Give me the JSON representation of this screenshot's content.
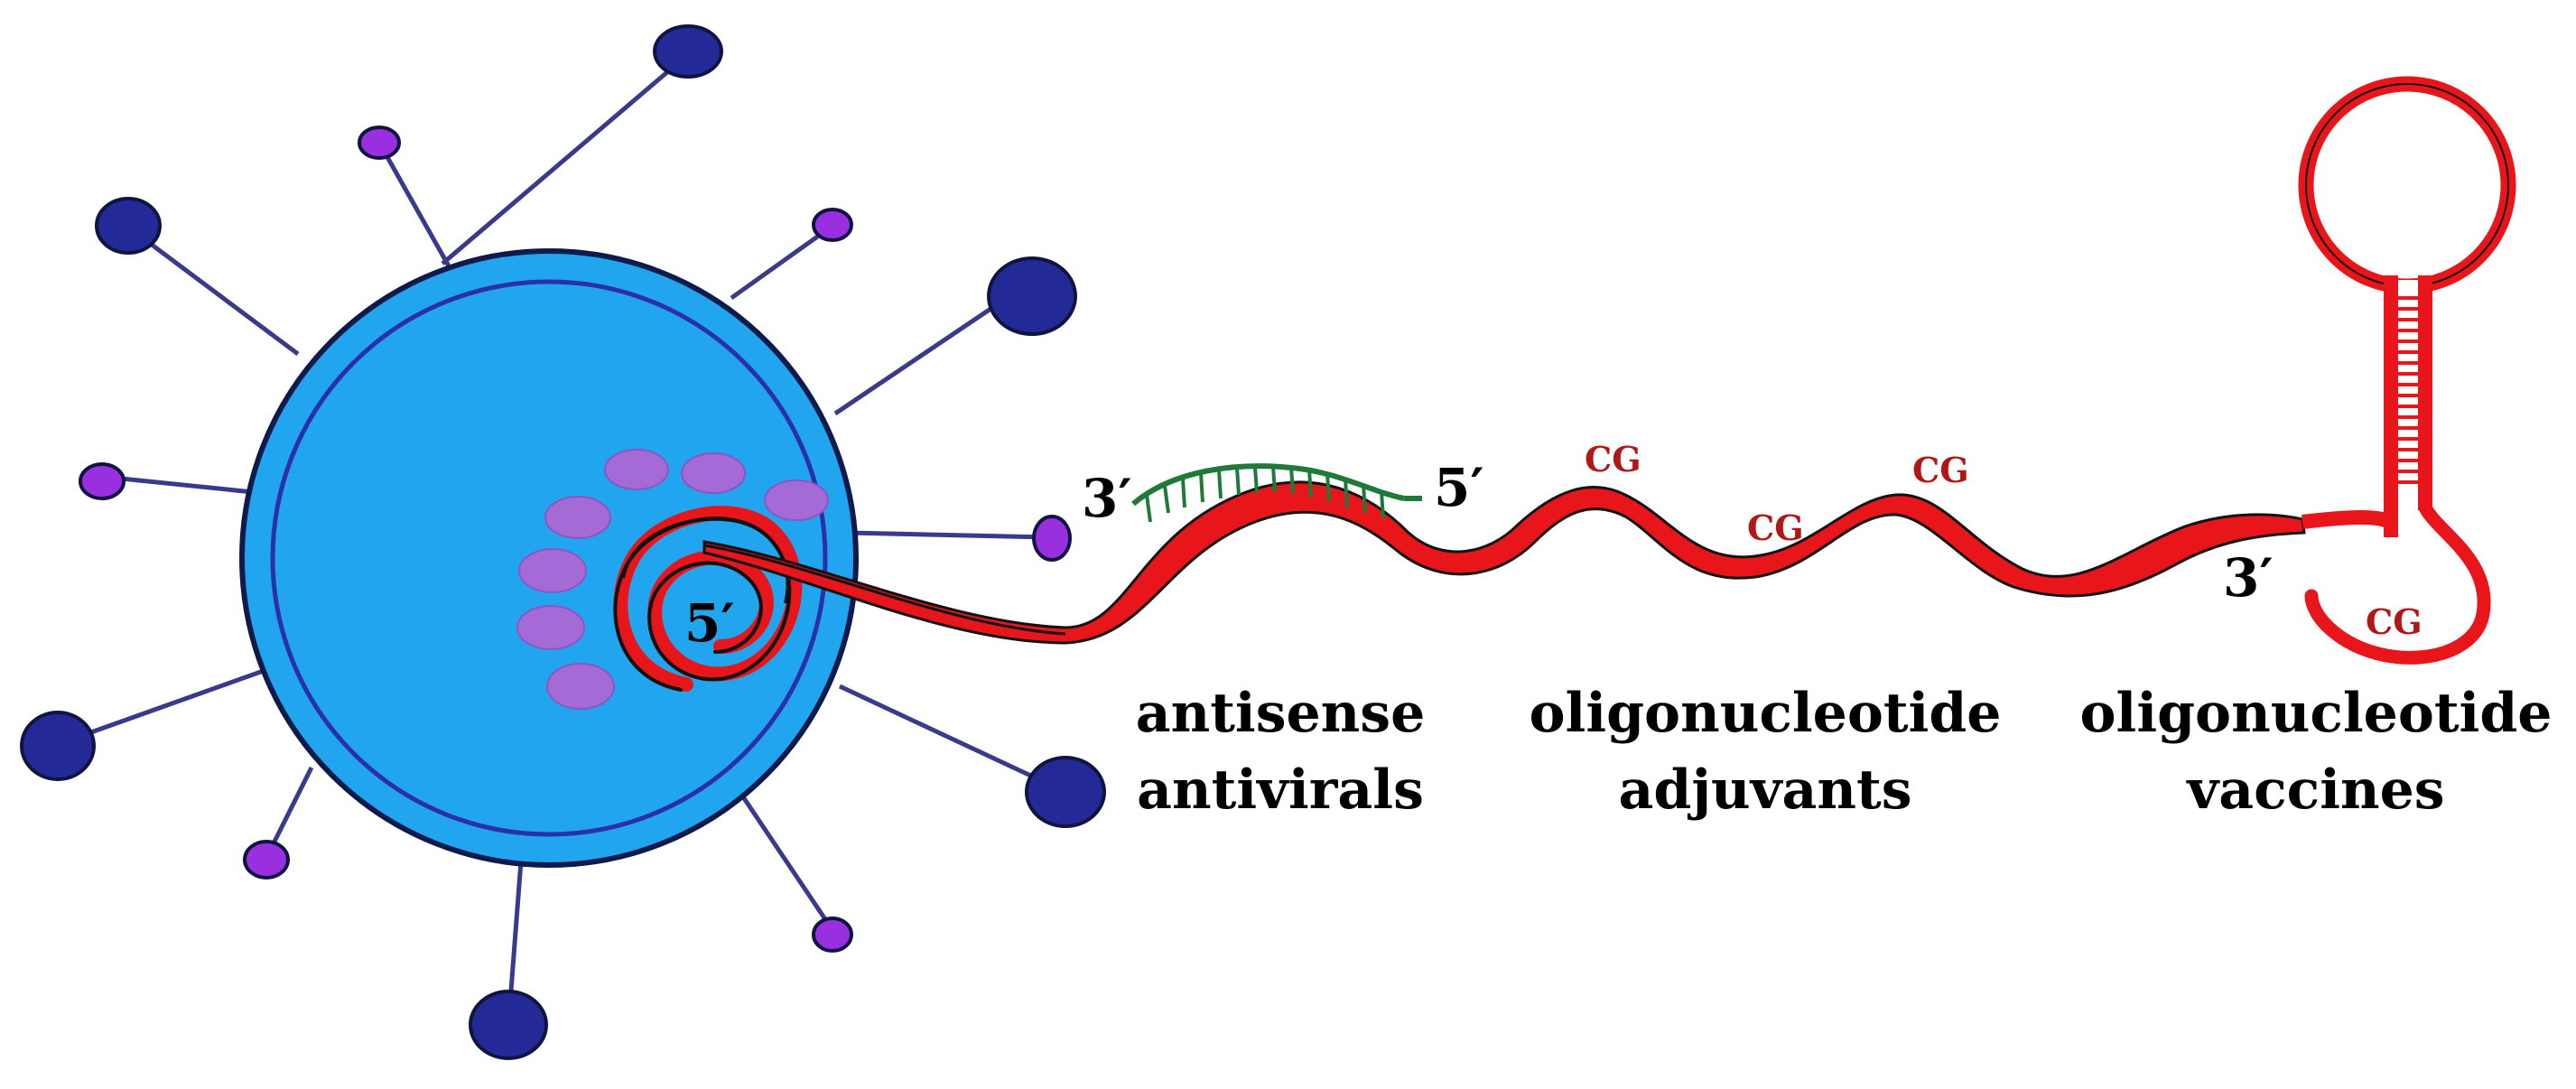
{
  "labels": {
    "five_prime_core": "5′",
    "three_prime_antisense": "3′",
    "five_prime_antisense": "5′",
    "three_prime_hairpin": "3′",
    "cg_1": "CG",
    "cg_2": "CG",
    "cg_3": "CG",
    "cg_hairpin": "CG"
  },
  "captions": {
    "antisense": {
      "line1": "antisense",
      "line2": "antivirals"
    },
    "adjuvants": {
      "line1": "oligonucleotide",
      "line2": "adjuvants"
    },
    "vaccines": {
      "line1": "oligonucleotide",
      "line2": "vaccines"
    }
  },
  "colors": {
    "virus_body": "#21a5ef",
    "virus_outline": "#0d1a4a",
    "inner_ring": "#2b2fa8",
    "spike_stem": "#3a3a8c",
    "spike_large": "#232a98",
    "spike_small": "#9a2fe0",
    "capsomere": "#a46ad6",
    "strand": "#e8161a",
    "antisense": "#1f7a3a",
    "cg_text": "#b01818"
  }
}
